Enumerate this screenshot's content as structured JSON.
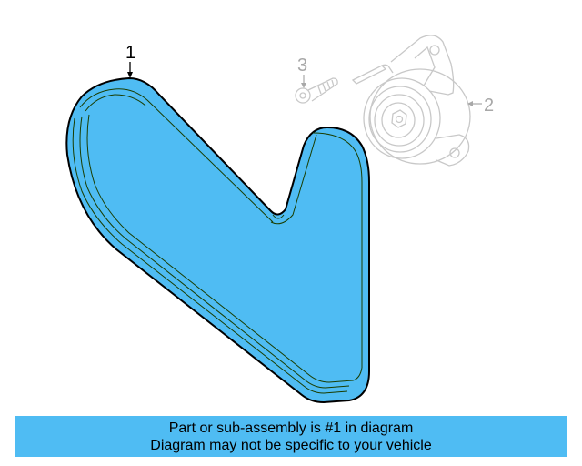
{
  "diagram": {
    "callouts": [
      {
        "number": "1",
        "part": "serpentine-belt",
        "highlighted": true
      },
      {
        "number": "2",
        "part": "belt-tensioner",
        "highlighted": false
      },
      {
        "number": "3",
        "part": "tensioner-bolt",
        "highlighted": false
      }
    ],
    "colors": {
      "highlight_fill": "#4fbcf3",
      "outline": "#000000",
      "inner_line": "#1a3d00",
      "faded_part": "#c8c8c8",
      "faded_text": "#a8a8a8"
    }
  },
  "banner": {
    "line1": "Part or sub-assembly is #1 in diagram",
    "line2": "Diagram may not be specific to your vehicle",
    "background": "#4fbcf3"
  }
}
